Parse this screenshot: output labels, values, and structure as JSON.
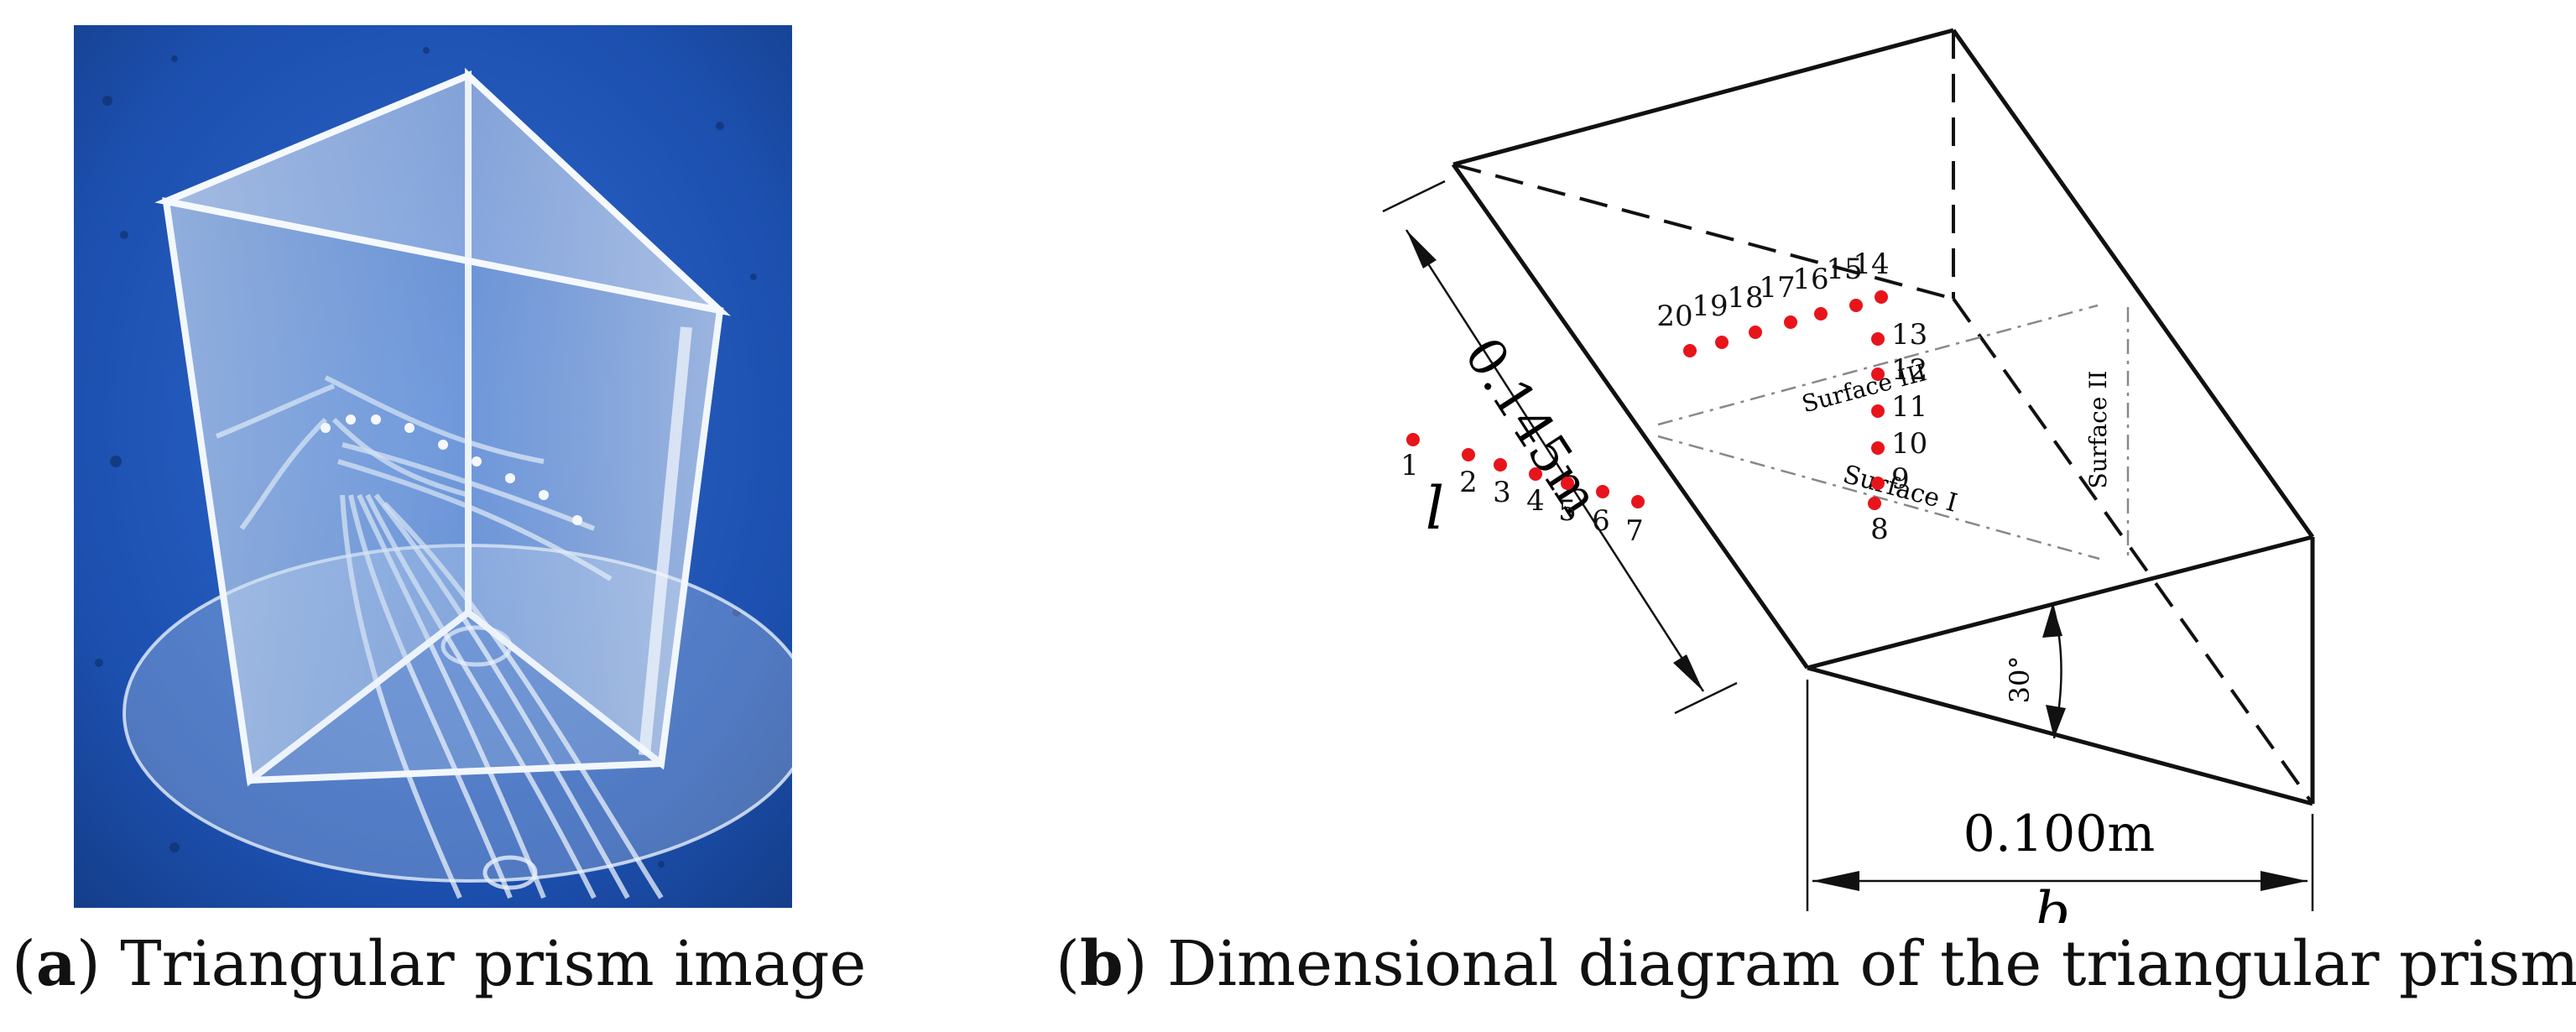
{
  "panels": {
    "a": {
      "label": "a",
      "caption": "Triangular prism image"
    },
    "b": {
      "label": "b",
      "caption": "Dimensional diagram of the triangular prism"
    }
  },
  "diagram": {
    "dims": {
      "length_value": "0.145m",
      "length_symbol": "l",
      "width_value": "0.100m",
      "width_symbol": "b",
      "angle": "30°"
    },
    "surfaces": {
      "one": "Surface  I",
      "two": "Surface II",
      "three": "Surface III"
    },
    "points": [
      "1",
      "2",
      "3",
      "4",
      "5",
      "6",
      "7",
      "8",
      "9",
      "10",
      "11",
      "12",
      "13",
      "14",
      "15",
      "16",
      "17",
      "18",
      "19",
      "20"
    ],
    "colors": {
      "point": "#e8141b",
      "line": "#111111",
      "photo_bg": "#1f56b8"
    }
  }
}
